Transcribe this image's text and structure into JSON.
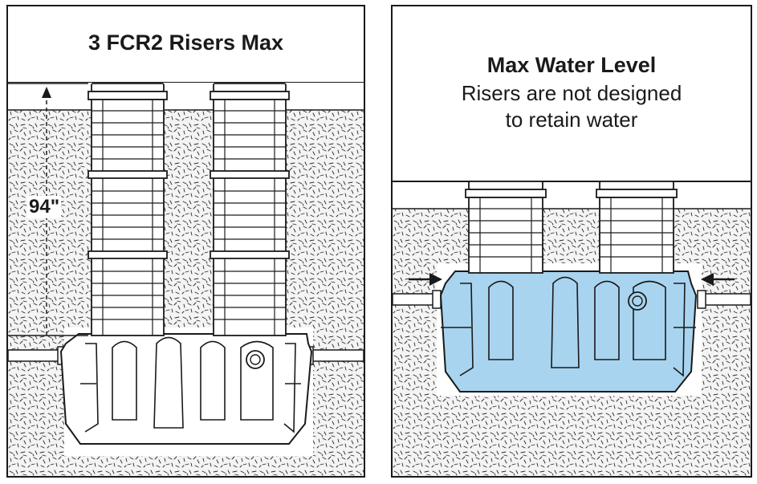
{
  "left_panel": {
    "title": "3 FCR2 Risers Max",
    "dimension_label": "94\""
  },
  "right_panel": {
    "title": "Max Water Level",
    "subtitle_line1": "Risers are not designed",
    "subtitle_line2": "to retain water"
  },
  "colors": {
    "outline": "#1a1a1a",
    "soil_background": "#f3f3f3",
    "tank_fill": "#ffffff",
    "water_fill": "#a9d4ef",
    "pipe_fill": "#ffffff"
  }
}
